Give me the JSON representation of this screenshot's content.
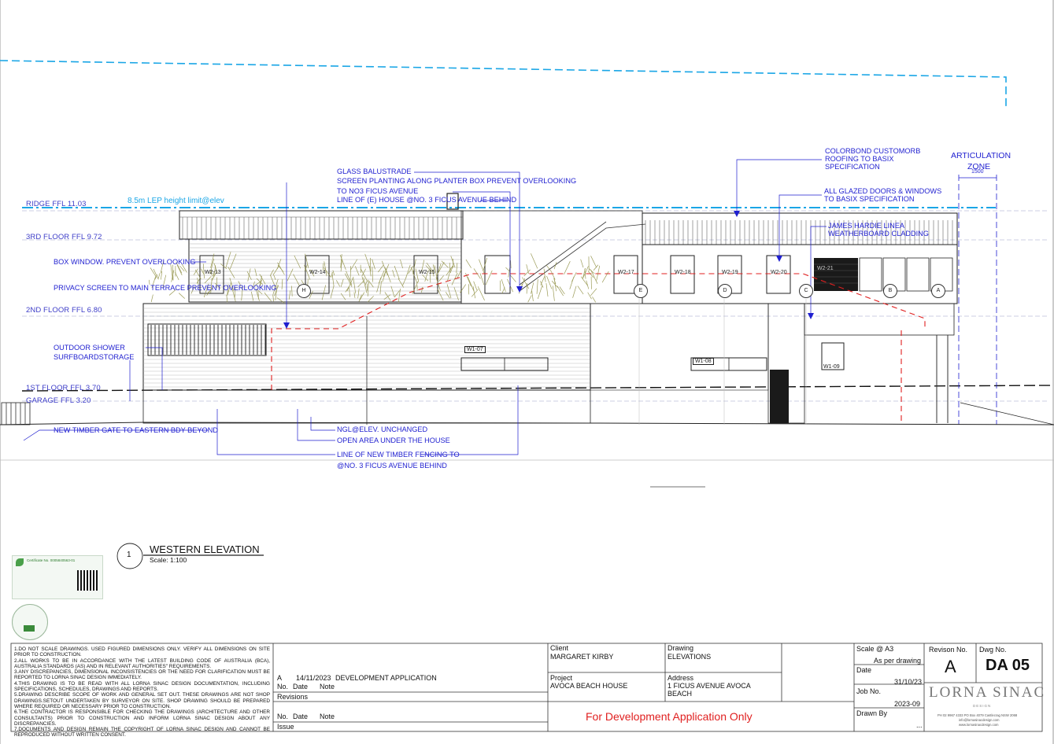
{
  "levels": [
    {
      "id": "ridge",
      "label": "RIDGE FFL 11.03"
    },
    {
      "id": "third",
      "label": "3RD FLOOR FFL 9.72"
    },
    {
      "id": "second",
      "label": "2ND FLOOR FFL 6.80"
    },
    {
      "id": "first",
      "label": "1ST FLOOR FFL 3.70"
    },
    {
      "id": "garage",
      "label": "GARAGE FFL 3.20"
    }
  ],
  "height_limit_label": "8.5m LEP height limit@elev",
  "notes": {
    "glass_balustrade": "GLASS BALUSTRADE",
    "screen_planting": "SCREEN PLANTING ALONG PLANTER BOX PREVENT OVERLOOKING",
    "to_no3": "TO NO3 FICUS AVENUE",
    "line_of_house": "LINE OF (E) HOUSE @NO. 3 FICUS AVENUE BEHIND",
    "box_window": "BOX WINDOW. PREVENT OVERLOOKING",
    "privacy_screen": "PRIVACY SCREEN TO MAIN TERRACE PREVENT OVERLOOKING",
    "outdoor_shower": "OUTDOOR SHOWER",
    "surfboard_storage": "SURFBOARDSTORAGE",
    "new_timber_gate": "NEW TIMBER GATE TO EASTERN BDY BEYOND",
    "ngl": "NGL@ELEV. UNCHANGED",
    "open_area": "OPEN AREA UNDER THE HOUSE",
    "line_fencing": "LINE OF NEW TIMBER FENCING TO",
    "no3_behind": "@NO. 3 FICUS AVENUE BEHIND",
    "colorbond_1": "COLORBOND CUSTOMORB",
    "colorbond_2": "ROOFING TO BASIX",
    "colorbond_3": "SPECIFICATION",
    "glazed_1": "ALL GLAZED DOORS & WINDOWS",
    "glazed_2": "TO BASIX SPECIFICATION",
    "hardie_1": "JAMES HARDIE LINEA",
    "hardie_2": "WEATHERBOARD CLADDING",
    "articulation_1": "ARTICULATION",
    "articulation_2": "ZONE",
    "articulation_dim": "1500"
  },
  "windows": [
    "W2-13",
    "W2-14",
    "W2-15",
    "W2-17",
    "W2-18",
    "W2-19",
    "W2-20",
    "W2-21",
    "W1-07",
    "W1-08",
    "W1-09"
  ],
  "grid_bubbles": [
    "H",
    "E",
    "D",
    "C",
    "B",
    "A"
  ],
  "view": {
    "number": "1",
    "title": "WESTERN ELEVATION",
    "scale": "Scale: 1:100"
  },
  "certificate": {
    "title": "Certificate No. 0005840563-01"
  },
  "title_block": {
    "general_notes": [
      "1.DO NOT SCALE DRAWINGS. USED FIGURED DIMENSIONS ONLY. VERIFY ALL DIMENSIONS ON SITE PRIOR TO CONSTRUCTION.",
      "2.ALL WORKS TO BE IN ACCORDANCE WITH THE LATEST BUILDING CODE OF AUSTRALIA (BCA), AUSTRALIA STANDARDS (AS) AND IN RELEVANT AUTHORITIES\" REQUIREMENTS.",
      "3.ANY DISCREPANCIES, DIMENSIONAL INCONSISTENCIES OR THE NEED FOR CLARIFICATION MUST BE REPORTED TO LORNA SINAC DESIGN IMMEDIATELY.",
      "4.THIS DRAWING IS TO BE READ WITH ALL LORNA SINAC DESIGN DOCUMENTATION, INCLUDING SPECIFICATIONS, SCHEDULES, DRAWINGS AND REPORTS.",
      "5.DRAWING DESCRIBE SCOPE OF WORK AND GENERAL SET OUT. THESE DRAWINGS ARE NOT SHOP DRAWINGS.SETOUT UNDERTAKEN BY SURVEYOR ON SITE. SHOP DRAWING SHOULD BE PREPARED WHERE REQUIRED OR NECESSARY PRIOR TO CONSTRUCTION.",
      "6.THE CONTRACTOR IS RESPONSIBLE FOR CHECKING THE DRAWINGS (ARCHITECTURE AND OTHER CONSULTANTS) PRIOR TO CONSTRUCTION AND INFORM LORNA SINAC DESIGN ABOUT ANY DISCREPANCIES.",
      "7.DOCUMENTS AND DESIGN REMAIN THE COPYRIGHT OF LORNA SINAC DESIGN AND CANNOT BE REPRODUCED WITHOUT WRITTEN CONSENT."
    ],
    "revision_row": {
      "no": "A",
      "date": "14/11/2023",
      "note": "DEVELOPMENT APPLICATION"
    },
    "hdr_no": "No.",
    "hdr_date": "Date",
    "hdr_note": "Note",
    "revisions_label": "Revisions",
    "issue_label": "Issue",
    "client_label": "Client",
    "client": "MARGARET KIRBY",
    "project_label": "Project",
    "project": "AVOCA BEACH HOUSE",
    "drawing_label": "Drawing",
    "drawing": "ELEVATIONS",
    "address_label": "Address",
    "address_1": "1 FICUS AVENUE AVOCA",
    "address_2": "BEACH",
    "da_only": "For Development Application Only",
    "scale_label": "Scale @ A3",
    "scale": "As per drawing",
    "date_label": "Date",
    "date": "31/10/23",
    "job_label": "Job No.",
    "job": "2023-09",
    "drawn_label": "Drawn By",
    "drawn": "...",
    "rev_label": "Revison No.",
    "rev": "A",
    "dwg_label": "Dwg No.",
    "dwg": "DA 05",
    "firm": "LORNA SINAC",
    "firm_sub": "DESIGN",
    "firm_contact_1": "PH 02 9967 4333  PO Box 4079 Castlecrag NSW 2068",
    "firm_contact_2": "info@lornasinacdesign.com",
    "firm_contact_3": "www.lornasinacdesign.com"
  },
  "colors": {
    "annotation": "#1f1fd0",
    "height_limit": "#1aa6e6",
    "red_line": "#e02020",
    "planting": "#8a8a3a"
  }
}
